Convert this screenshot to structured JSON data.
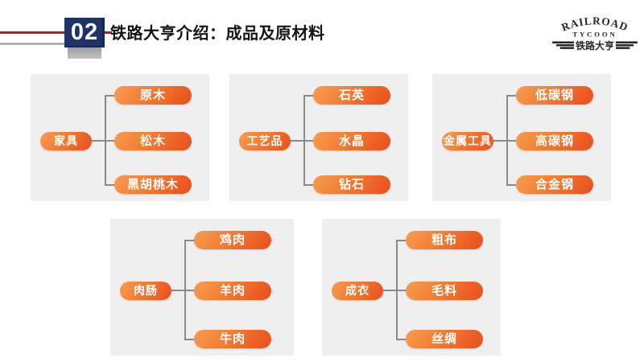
{
  "header": {
    "section_number": "02",
    "title": "铁路大亨介绍：成品及原材料"
  },
  "logo": {
    "arc_text": "RAILROAD",
    "sub_text": "TYCOON",
    "banner_text": "铁路大亨"
  },
  "panels": [
    {
      "parent": "家具",
      "children": [
        "原木",
        "松木",
        "黑胡桃木"
      ]
    },
    {
      "parent": "工艺品",
      "children": [
        "石英",
        "水晶",
        "钻石"
      ]
    },
    {
      "parent": "金属工具",
      "children": [
        "低碳钢",
        "高碳钢",
        "合金钢"
      ]
    },
    {
      "parent": "肉肠",
      "children": [
        "鸡肉",
        "羊肉",
        "牛肉"
      ]
    },
    {
      "parent": "成衣",
      "children": [
        "粗布",
        "毛料",
        "丝绸"
      ]
    }
  ],
  "colors": {
    "pill_gradient_light": "#F89C4E",
    "pill_gradient_dark": "#E94D1C",
    "navy_box": "#1E3468",
    "red_line": "#B02023",
    "gray_line": "#B3B2B2",
    "panel_background": "#F0EFEF",
    "connector": "#8A8A8A",
    "title_text": "#141414"
  }
}
